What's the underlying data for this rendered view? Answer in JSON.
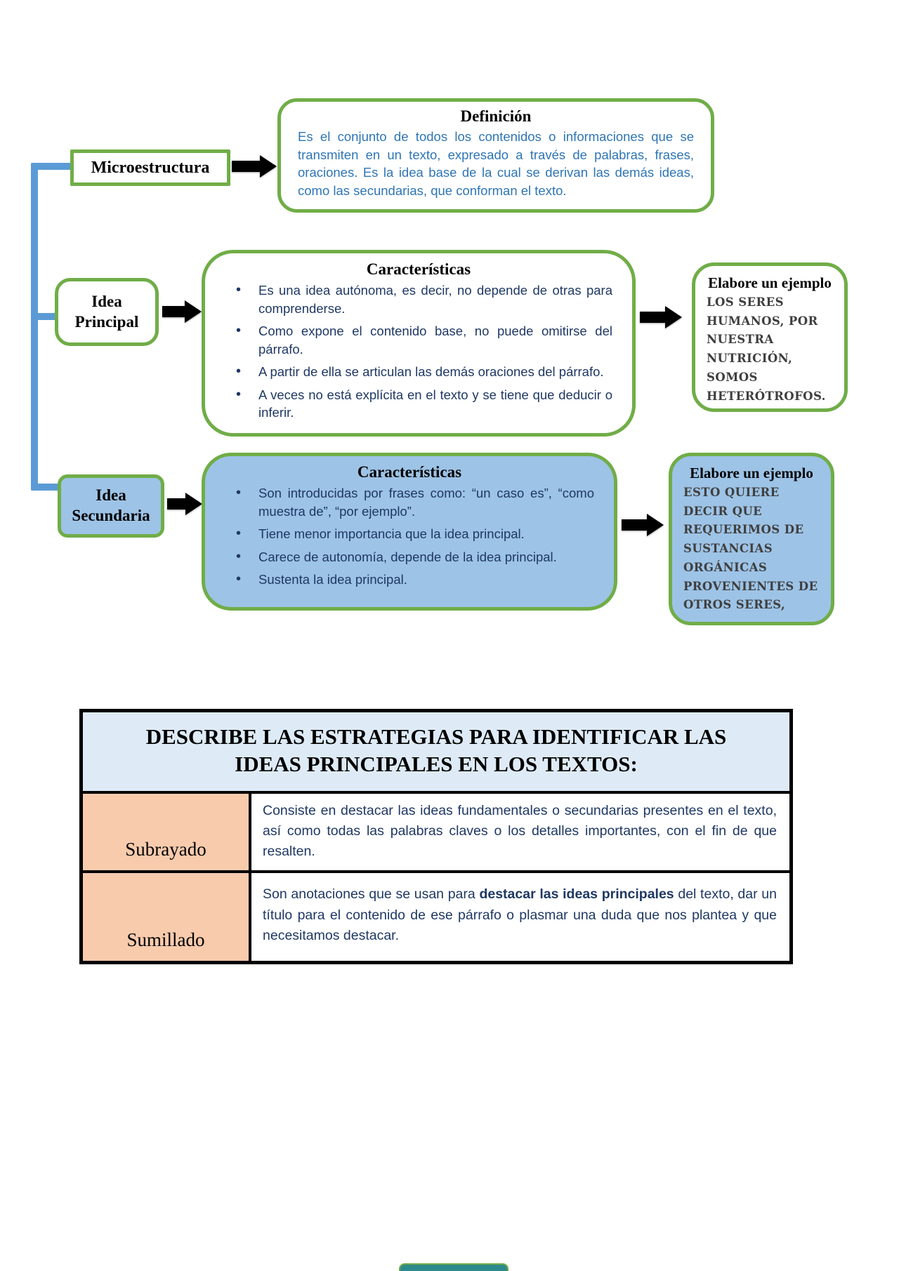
{
  "colors": {
    "green_border": "#70AD47",
    "connector_blue": "#5B9BD5",
    "fill_light_blue": "#9DC3E6",
    "body_navy": "#1F3864",
    "definition_blue": "#2E75B6",
    "table_header_bg": "#DEEBF7",
    "term_cell_peach": "#F8CBAD",
    "example_text_gray": "#3F3F3F",
    "arrow_black": "#000000",
    "bottom_strip_teal": "#2E8B8B"
  },
  "diagram": {
    "microestructura": {
      "label": "Microestructura"
    },
    "definicion": {
      "title": "Definición",
      "body": "Es el conjunto de todos los contenidos o informaciones que se transmiten en un texto, expresado a través de palabras, frases, oraciones. Es la idea base de la cual se derivan las demás ideas, como las secundarias, que conforman el texto."
    },
    "idea_principal": {
      "label": "Idea Principal"
    },
    "caracteristicas_principal": {
      "title": "Características",
      "bullets": [
        "Es una idea autónoma, es decir, no depende de otras para comprenderse.",
        "Como expone el contenido base, no puede omitirse del párrafo.",
        "A partir de ella se articulan las demás oraciones del párrafo.",
        "A veces no está explícita en el texto y se tiene que deducir o inferir."
      ]
    },
    "ejemplo_principal": {
      "title": "Elabore un ejemplo",
      "body": "LOS SERES HUMANOS, POR NUESTRA NUTRICIÓN, SOMOS HETERÓTROFOS."
    },
    "idea_secundaria": {
      "label": "Idea Secundaria"
    },
    "caracteristicas_secundaria": {
      "title": "Características",
      "bullets": [
        "Son introducidas por frases como: “un caso es”, “como muestra de”, “por ejemplo”.",
        "Tiene menor importancia que la idea principal.",
        "Carece de autonomía, depende de la idea principal.",
        "Sustenta la idea principal."
      ]
    },
    "ejemplo_secundaria": {
      "title": "Elabore un ejemplo",
      "body": "ESTO QUIERE DECIR QUE REQUERIMOS DE SUSTANCIAS ORGÁNICAS PROVENIENTES DE OTROS SERES,"
    }
  },
  "table": {
    "header": "DESCRIBE LAS ESTRATEGIAS PARA IDENTIFICAR LAS IDEAS PRINCIPALES EN LOS TEXTOS:",
    "rows": [
      {
        "term": "Subrayado",
        "description": "Consiste en destacar las ideas fundamentales o secundarias presentes en el texto, así como todas las palabras claves o los detalles importantes, con el fin de que resalten."
      },
      {
        "term": "Sumillado",
        "description_pre": "Son anotaciones que se usan para ",
        "description_bold": "destacar las ideas principales",
        "description_post": " del texto, dar un título para el contenido de ese párrafo o plasmar una duda que nos plantea y que necesitamos destacar."
      }
    ]
  }
}
